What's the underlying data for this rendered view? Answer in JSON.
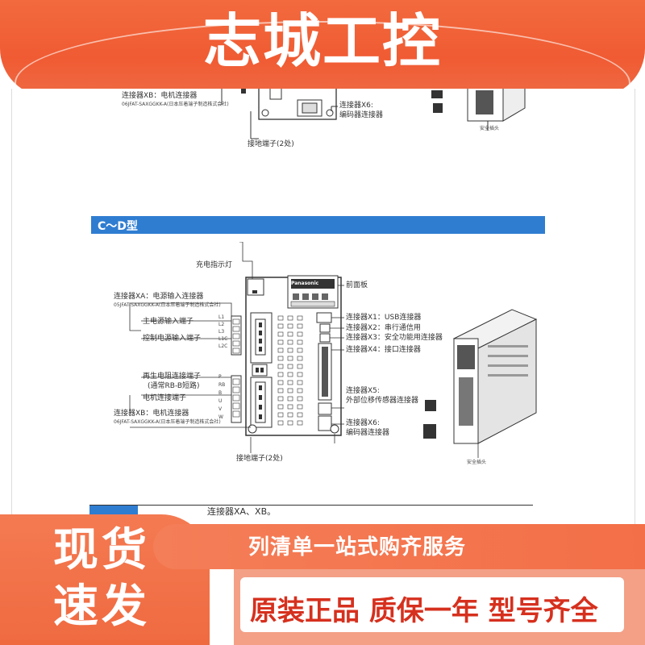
{
  "header": {
    "title": "志城工控"
  },
  "manual": {
    "top_labels": {
      "connector_xb": "连接器XB：电机连接器",
      "connector_xb_part": "06JFAT-SAXGGKK-A(日本压着端子制造株式会社)",
      "connector_x6": "连接器X6:",
      "encoder": "编码器连接器",
      "ground": "接地端子(2处)",
      "safety_plug": "安全插头"
    },
    "section_title": "C～D型",
    "diagram_labels": {
      "charge_led": "充电指示灯",
      "connector_xa": "连接器XA：电源输入连接器",
      "connector_xa_part": "05JFAT-SAXGGKK-A(日本压着端子制造株式会社)",
      "main_power": "主电源输入端子",
      "control_power": "控制电源输入端子",
      "regen_resistor": "再生电阻连接端子",
      "regen_note": "(通常RB-B短路)",
      "motor_terminal": "电机连接端子",
      "connector_xb": "连接器XB：电机连接器",
      "connector_xb_part": "06JFAT-SAXGGKK-A(日本压着端子制造株式会社)",
      "ground": "接地端子(2处)",
      "front_panel": "前面板",
      "x1": "连接器X1：USB连接器",
      "x2": "连接器X2：串行通信用",
      "x3": "连接器X3：安全功能用连接器",
      "x4": "连接器X4：接口连接器",
      "x5": "连接器X5:",
      "x5_desc": "外部位移传感器连接器",
      "x6": "连接器X6:",
      "x6_desc": "编码器连接器",
      "safety_plug": "安全插头",
      "brand_logo": "Panasonic",
      "terminal_letters_top": [
        "L1",
        "L2",
        "L3",
        "L1C",
        "L2C"
      ],
      "terminal_letters_bottom": [
        "P",
        "RB",
        "B",
        "U",
        "V",
        "W"
      ]
    },
    "footnote": "连接器XA、XB。"
  },
  "promo": {
    "stock_line1": "现货",
    "stock_line2": "速发",
    "service": "列清单一站式购齐服务",
    "guarantee": "原装正品 质保一年 型号齐全"
  },
  "colors": {
    "banner_orange": "#f05b33",
    "section_blue": "#2f7dd1",
    "guarantee_red": "#d6301e"
  }
}
